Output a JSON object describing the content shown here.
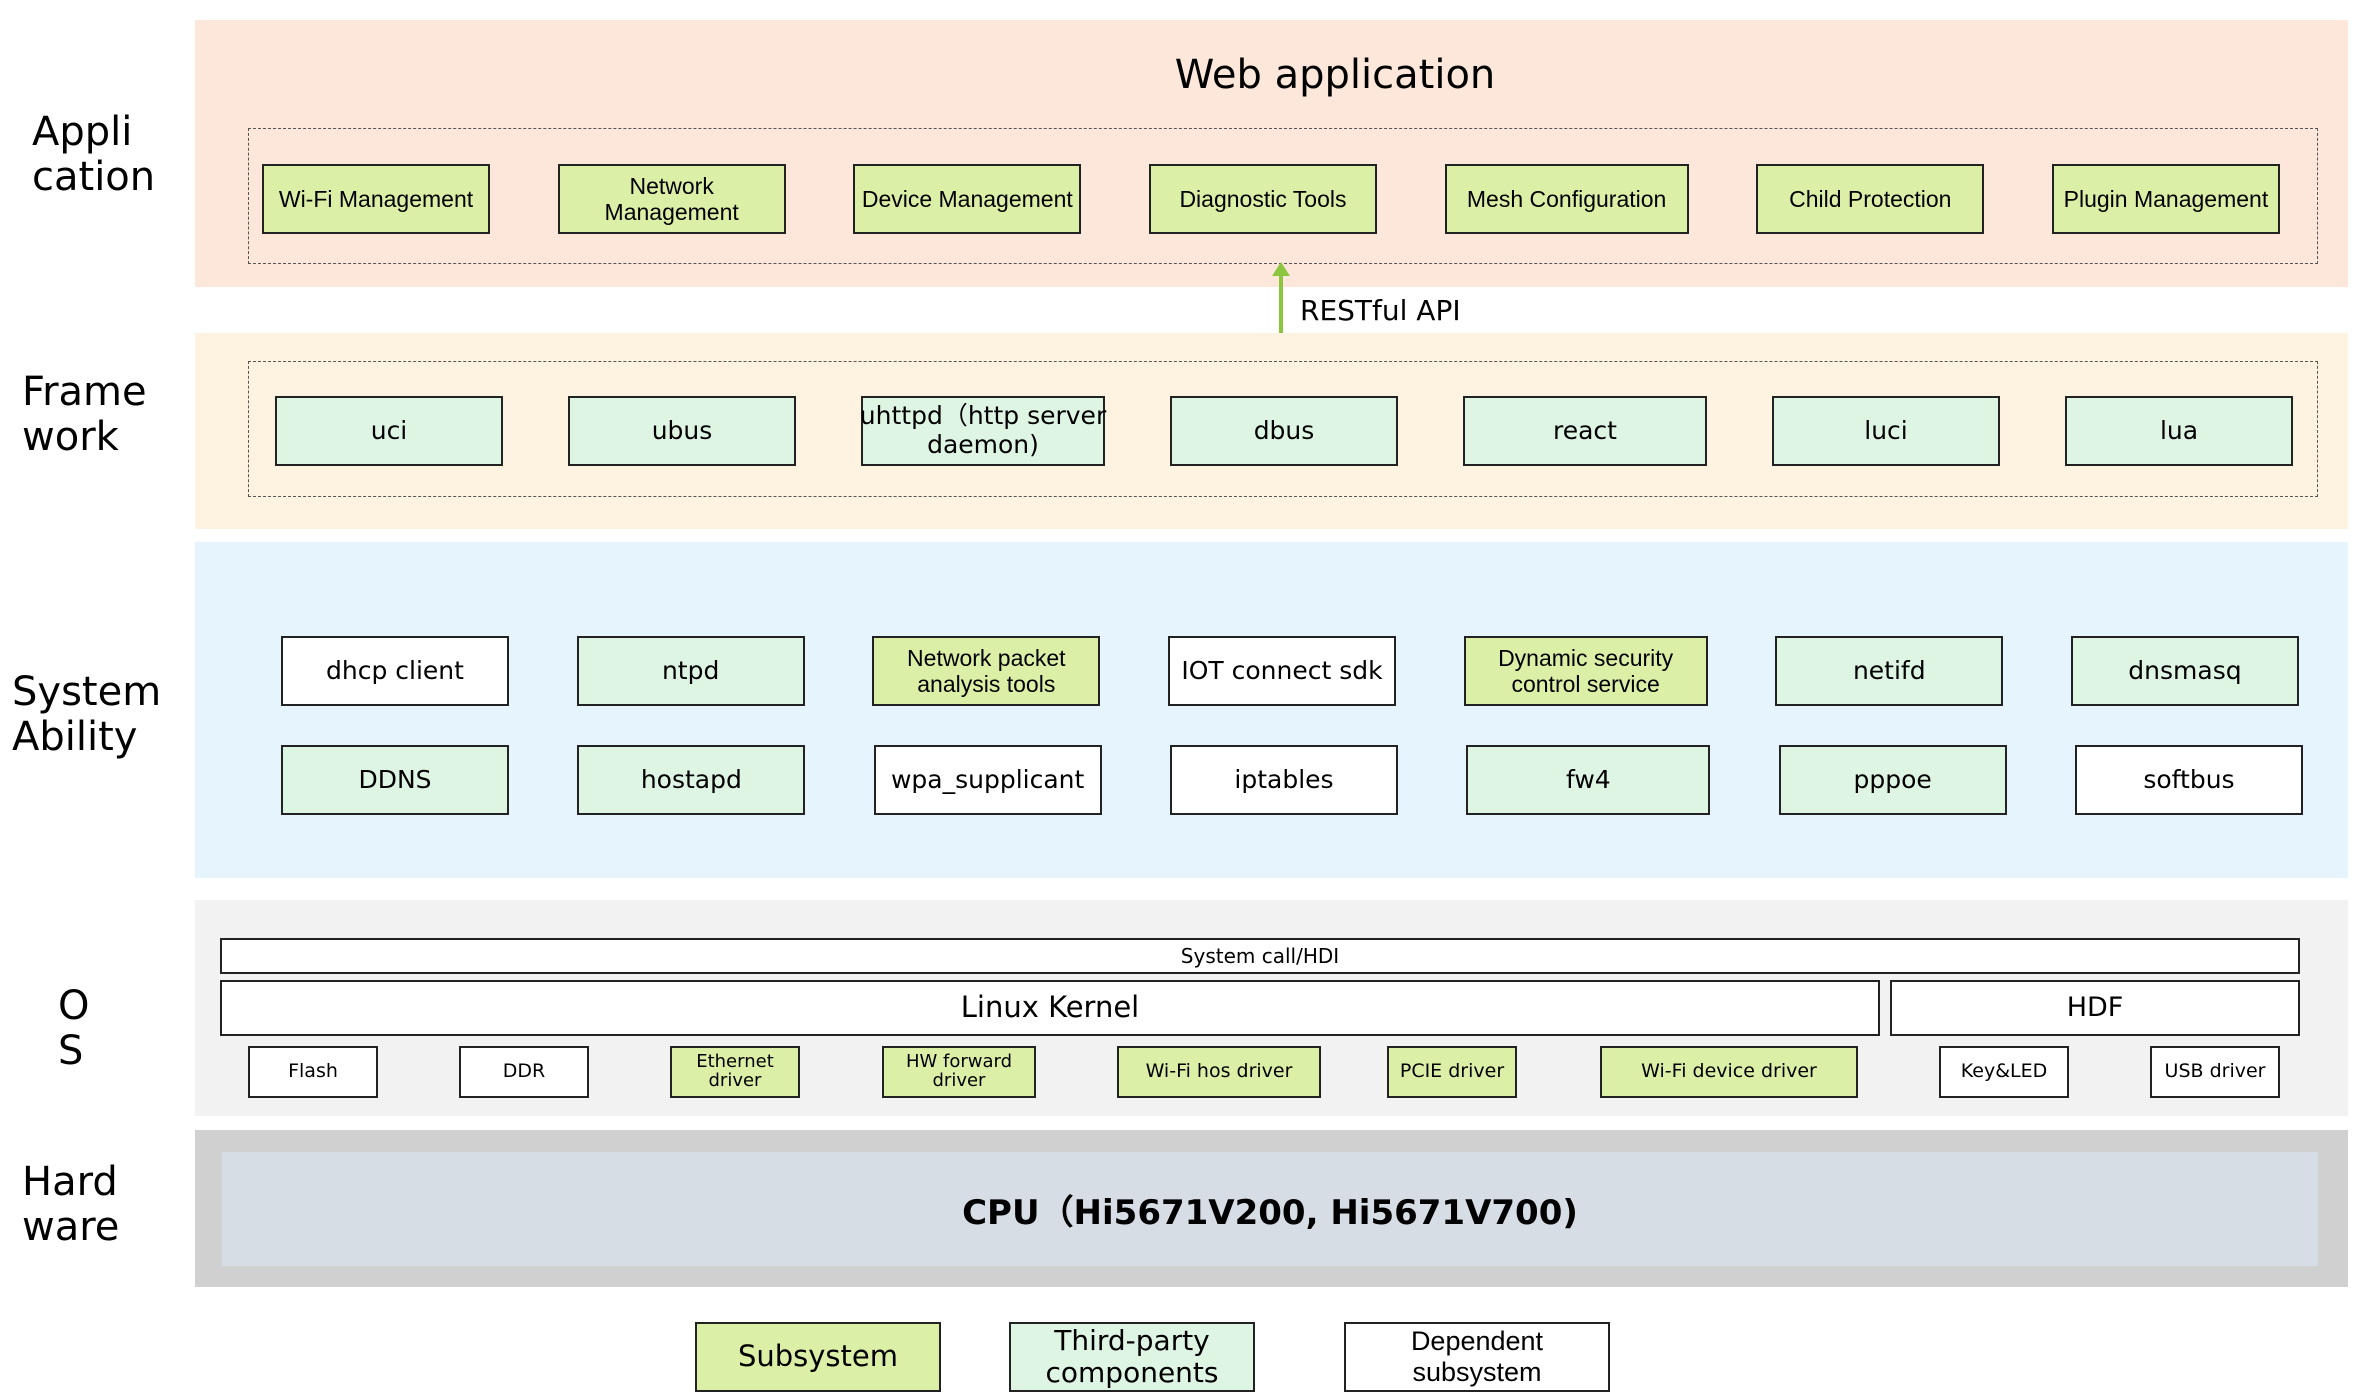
{
  "layers": {
    "application": "Appli\ncation",
    "framework": "Frame\nwork",
    "system_ability": "System\nAbility",
    "os": "O\nS",
    "hardware": "Hard\nware"
  },
  "application": {
    "title": "Web application",
    "items": [
      "Wi-Fi Management",
      "Network\nManagement",
      "Device Management",
      "Diagnostic Tools",
      "Mesh Configuration",
      "Child Protection",
      "Plugin Management"
    ]
  },
  "api_label": "RESTful API",
  "framework": {
    "items": [
      "uci",
      "ubus",
      "uhttpd（http server\ndaemon)",
      "dbus",
      "react",
      "luci",
      "lua"
    ]
  },
  "system_ability": {
    "row1": [
      "dhcp client",
      "ntpd",
      "Network packet\nanalysis tools",
      "IOT connect sdk",
      "Dynamic security\ncontrol service",
      "netifd",
      "dnsmasq"
    ],
    "row2": [
      "DDNS",
      "hostapd",
      "wpa_supplicant",
      "iptables",
      "fw4",
      "pppoe",
      "softbus"
    ]
  },
  "os": {
    "syscall": "System call/HDI",
    "kernel": "Linux Kernel",
    "hdf": "HDF",
    "drivers": [
      "Flash",
      "DDR",
      "Ethernet\ndriver",
      "HW forward\ndriver",
      "Wi-Fi hos driver",
      "PCIE driver",
      "Wi-Fi device driver",
      "Key&LED",
      "USB driver"
    ]
  },
  "hardware": {
    "cpu": "CPU（Hi5671V200, Hi5671V700)"
  },
  "legend": {
    "subsystem": "Subsystem",
    "third_party": "Third-party\ncomponents",
    "dependent": "Dependent\nsubsystem"
  },
  "colors": {
    "application_band": "#fde6da",
    "framework_band": "#fdf3e0",
    "system_band": "#e6f4fd",
    "os_band": "#f2f2f2",
    "hardware_outer": "#d0d0d0",
    "hardware_inner": "#d6dde5",
    "subsystem": "#dcefa6",
    "third_party": "#dff5e4",
    "dependent": "#ffffff",
    "arrow": "#8cc63f"
  }
}
